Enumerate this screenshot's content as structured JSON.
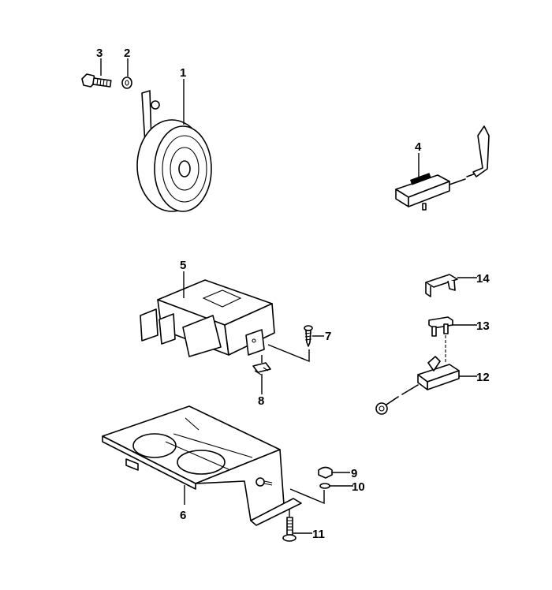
{
  "diagram": {
    "parts": [
      {
        "number": "1",
        "name": "horn"
      },
      {
        "number": "2",
        "name": "washer"
      },
      {
        "number": "3",
        "name": "bolt"
      },
      {
        "number": "4",
        "name": "sensor-with-cable"
      },
      {
        "number": "5",
        "name": "control-unit"
      },
      {
        "number": "6",
        "name": "mounting-bracket"
      },
      {
        "number": "7",
        "name": "screw"
      },
      {
        "number": "8",
        "name": "clip-nut"
      },
      {
        "number": "9",
        "name": "nut"
      },
      {
        "number": "10",
        "name": "washer"
      },
      {
        "number": "11",
        "name": "bolt"
      },
      {
        "number": "12",
        "name": "switch-with-cable"
      },
      {
        "number": "13",
        "name": "plug"
      },
      {
        "number": "14",
        "name": "retaining-clip"
      }
    ]
  }
}
